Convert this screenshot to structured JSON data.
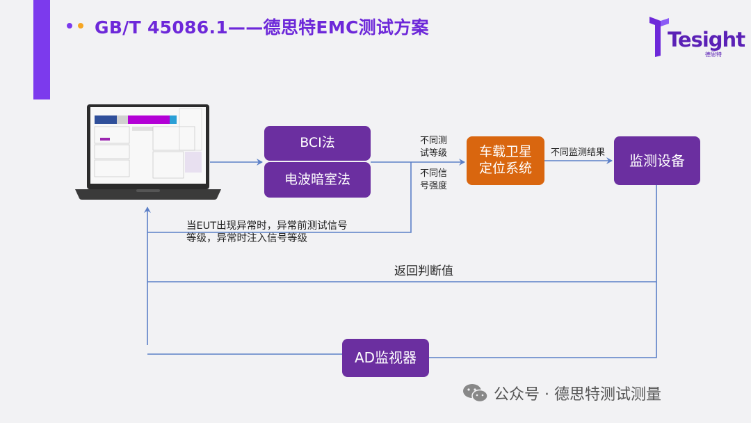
{
  "header": {
    "title": "GB/T 45086.1——德思特EMC测试方案"
  },
  "logo": {
    "text": "Tesight",
    "sub": "德思特"
  },
  "nodes": {
    "bci": "BCI法",
    "anechoic": "电波暗室法",
    "satellite": "车载卫星\n定位系统",
    "monitor": "监测设备",
    "ad_monitor": "AD监视器"
  },
  "edge_labels": {
    "test_level": "不同测\n试等级",
    "signal_strength": "不同信\n号强度",
    "monitor_result": "不同监测结果",
    "eut_feedback": "当EUT出现异常时，异常前测试信号\n等级，异常时注入信号等级",
    "return_value": "返回判断值"
  },
  "footer": {
    "text": "公众号 · 德思特测试测量"
  },
  "colors": {
    "accent": "#7c3aed",
    "box_purple": "#6b2fa0",
    "box_orange": "#d9660f",
    "arrow": "#5b7fc7"
  }
}
